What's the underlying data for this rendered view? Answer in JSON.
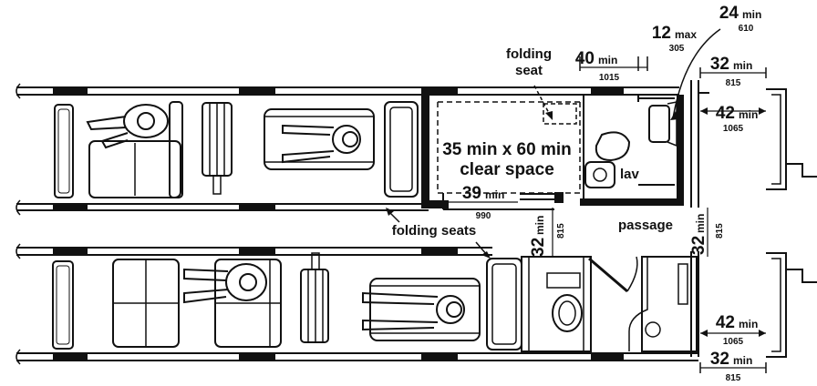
{
  "labels": {
    "folding_seat": [
      "folding",
      "seat"
    ],
    "folding_seats": "folding seats",
    "clear_space": [
      "35 min x 60 min",
      "clear space"
    ],
    "lav": "lav",
    "passage": "passage"
  },
  "dimensions": {
    "d40": {
      "value": "40",
      "unit": "min",
      "metric": "1015"
    },
    "d12": {
      "value": "12",
      "unit": "max",
      "metric": "305"
    },
    "d24": {
      "value": "24",
      "unit": "min",
      "metric": "610"
    },
    "d32_top": {
      "value": "32",
      "unit": "min",
      "metric": "815"
    },
    "d42_top": {
      "value": "42",
      "unit": "min",
      "metric": "1065"
    },
    "d39": {
      "value": "39",
      "unit": "min",
      "metric": "990"
    },
    "d32_vert_mid": {
      "value": "32",
      "unit": "min",
      "metric": "815"
    },
    "d32_vert_right": {
      "value": "32",
      "unit": "min",
      "metric": "815"
    },
    "d42_bot": {
      "value": "42",
      "unit": "min",
      "metric": "1065"
    },
    "d32_bot": {
      "value": "32",
      "unit": "min",
      "metric": "815"
    }
  }
}
